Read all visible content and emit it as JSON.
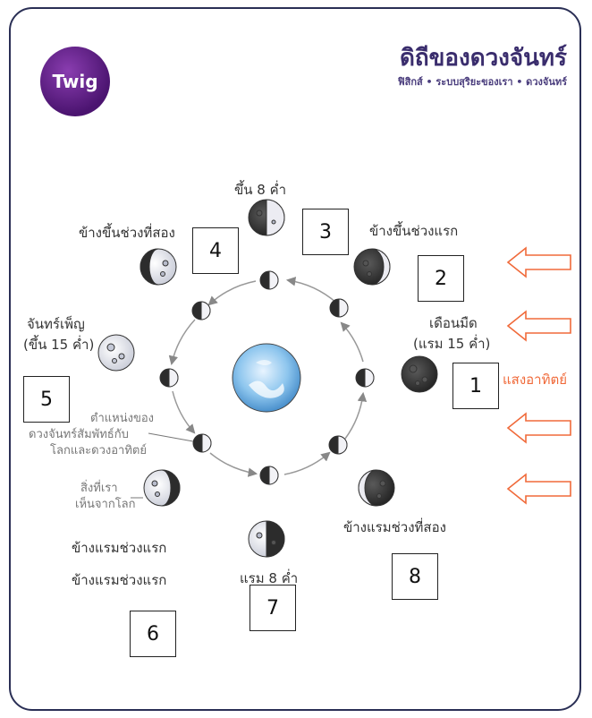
{
  "header": {
    "logo_text": "Twig",
    "title": "ดิถีของดวงจันทร์",
    "subtitle": "ฟิสิกส์ • ระบบสุริยะของเรา • ดวงจันทร์"
  },
  "labels": {
    "first_quarter": "ขึ้น 8 ค่ำ",
    "waxing_gibbous": "ข้างขึ้นช่วงที่สอง",
    "waxing_crescent": "ข้างขึ้นช่วงแรก",
    "new_moon_1": "เดือนมืด",
    "new_moon_2": "(แรม 15 ค่ำ)",
    "full_moon_1": "จันทร์เพ็ญ",
    "full_moon_2": "(ขึ้น 15 ค่ำ)",
    "sunlight": "แสงอาทิตย์",
    "position_note_1": "ตำแหน่งของ",
    "position_note_2": "ดวงจันทร์สัมพัทธ์กับ",
    "position_note_3": "โลกและดวงอาทิตย์",
    "seen_note_1": "สิ่งที่เรา",
    "seen_note_2": "เห็นจากโลก",
    "waning_crescent_a": "ข้างแรมช่วงแรก",
    "waning_crescent_b": "ข้างแรมช่วงแรก",
    "last_quarter": "แรม 8 ค่ำ",
    "waning_gibbous": "ข้างแรมช่วงที่สอง"
  },
  "numbers": [
    "1",
    "2",
    "3",
    "4",
    "5",
    "6",
    "7",
    "8"
  ],
  "colors": {
    "sun_arrow": "#f06a3a",
    "title": "#3a2d6d",
    "moon_dark": "#3b3b3b",
    "moon_light": "#e9ebf3"
  }
}
